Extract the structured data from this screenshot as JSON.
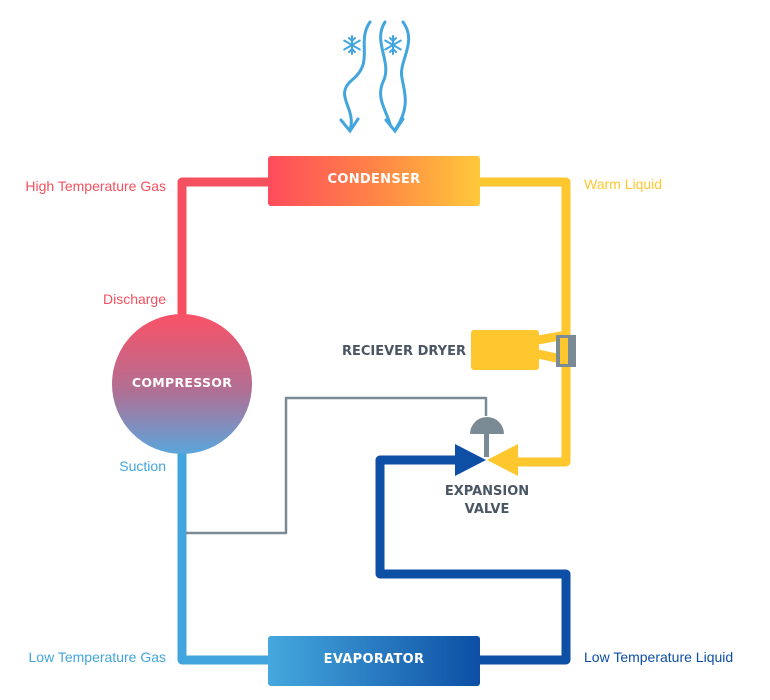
{
  "components": {
    "condenser": "CONDENSER",
    "compressor": "COMPRESSOR",
    "receiver_dryer": "RECIEVER DRYER",
    "expansion_valve_line1": "EXPANSION",
    "expansion_valve_line2": "VALVE",
    "evaporator": "EVAPORATOR"
  },
  "flow_labels": {
    "high_temperature_gas": "High Temperature Gas",
    "discharge": "Discharge",
    "warm_liquid": "Warm Liquid",
    "suction": "Suction",
    "low_temperature_gas": "Low Temperature Gas",
    "low_temperature_liquid": "Low Temperature Liquid"
  },
  "icons": [
    "snowflake-icon",
    "wavy-arrow-down-icon",
    "valve-dome-icon",
    "valve-arrow-icon"
  ],
  "colors": {
    "hot": "#f5505f",
    "warm": "#fec72e",
    "orange": "#ff9a3c",
    "cold_light": "#42a5dd",
    "cold_dark": "#0d4fa5",
    "sensing_line": "#7b8b96",
    "dark_text": "#4a5663"
  }
}
